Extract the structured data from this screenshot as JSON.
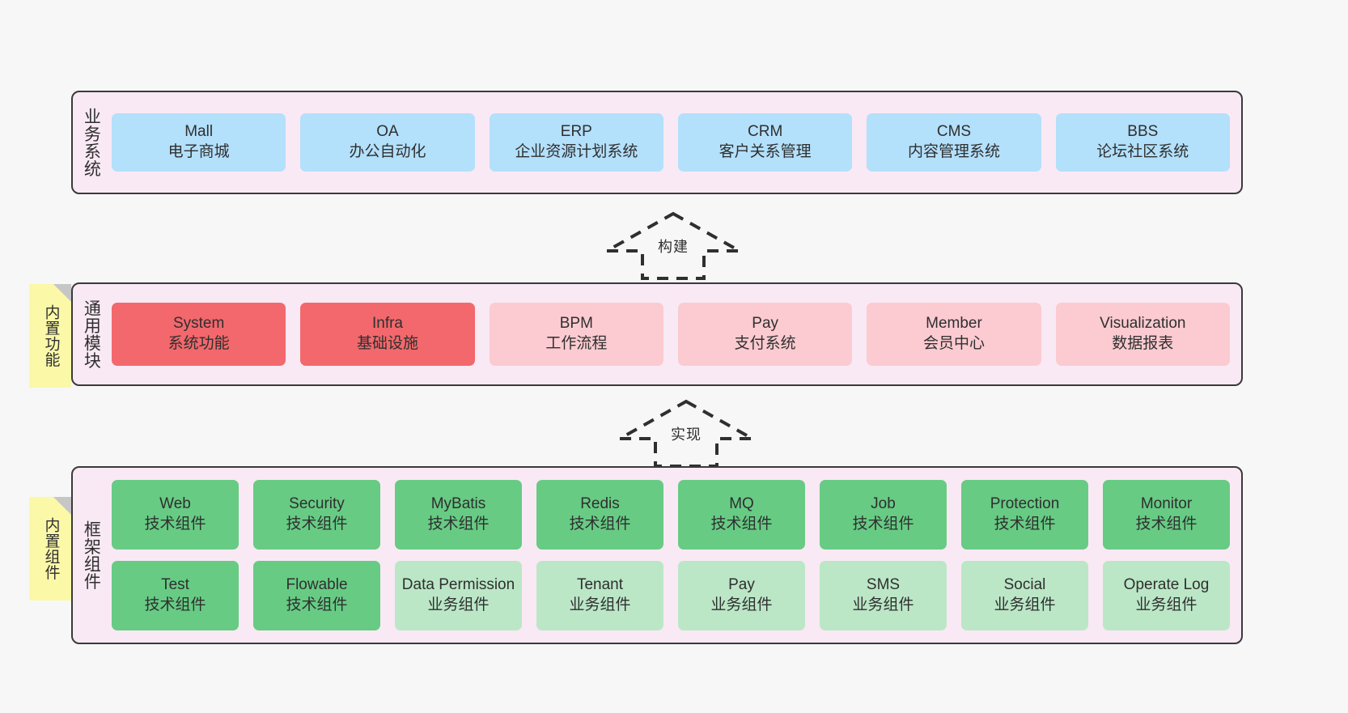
{
  "diagram": {
    "background_color": "#f7f7f7",
    "panel_color": "#f9e9f4",
    "panel_border_color": "#3a3a3a",
    "note_color": "#fbf8a8",
    "colors": {
      "business": "#b3e0fb",
      "module_core": "#f2686c",
      "module_optional": "#fbcbd1",
      "tech_component": "#67cb84",
      "business_component": "#bbe7c7"
    }
  },
  "layers": {
    "business": {
      "title": "业务系统",
      "cards": [
        {
          "name": "Mall",
          "desc": "电子商城"
        },
        {
          "name": "OA",
          "desc": "办公自动化"
        },
        {
          "name": "ERP",
          "desc": "企业资源计划系统"
        },
        {
          "name": "CRM",
          "desc": "客户关系管理"
        },
        {
          "name": "CMS",
          "desc": "内容管理系统"
        },
        {
          "name": "BBS",
          "desc": "论坛社区系统"
        }
      ]
    },
    "modules": {
      "title": "通用模块",
      "note": "内置功能",
      "cards": [
        {
          "name": "System",
          "desc": "系统功能",
          "tone": "red"
        },
        {
          "name": "Infra",
          "desc": "基础设施",
          "tone": "red"
        },
        {
          "name": "BPM",
          "desc": "工作流程",
          "tone": "pink"
        },
        {
          "name": "Pay",
          "desc": "支付系统",
          "tone": "pink"
        },
        {
          "name": "Member",
          "desc": "会员中心",
          "tone": "pink"
        },
        {
          "name": "Visualization",
          "desc": "数据报表",
          "tone": "pink"
        }
      ]
    },
    "framework": {
      "title": "框架组件",
      "note": "内置组件",
      "row1": [
        {
          "name": "Web",
          "desc": "技术组件",
          "tone": "green"
        },
        {
          "name": "Security",
          "desc": "技术组件",
          "tone": "green"
        },
        {
          "name": "MyBatis",
          "desc": "技术组件",
          "tone": "green"
        },
        {
          "name": "Redis",
          "desc": "技术组件",
          "tone": "green"
        },
        {
          "name": "MQ",
          "desc": "技术组件",
          "tone": "green"
        },
        {
          "name": "Job",
          "desc": "技术组件",
          "tone": "green"
        },
        {
          "name": "Protection",
          "desc": "技术组件",
          "tone": "green"
        },
        {
          "name": "Monitor",
          "desc": "技术组件",
          "tone": "green"
        }
      ],
      "row2": [
        {
          "name": "Test",
          "desc": "技术组件",
          "tone": "green"
        },
        {
          "name": "Flowable",
          "desc": "技术组件",
          "tone": "green"
        },
        {
          "name": "Data Permission",
          "desc": "业务组件",
          "tone": "lgreen"
        },
        {
          "name": "Tenant",
          "desc": "业务组件",
          "tone": "lgreen"
        },
        {
          "name": "Pay",
          "desc": "业务组件",
          "tone": "lgreen"
        },
        {
          "name": "SMS",
          "desc": "业务组件",
          "tone": "lgreen"
        },
        {
          "name": "Social",
          "desc": "业务组件",
          "tone": "lgreen"
        },
        {
          "name": "Operate Log",
          "desc": "业务组件",
          "tone": "lgreen"
        }
      ]
    }
  },
  "arrows": {
    "build": {
      "label": "构建"
    },
    "implement": {
      "label": "实现"
    }
  }
}
